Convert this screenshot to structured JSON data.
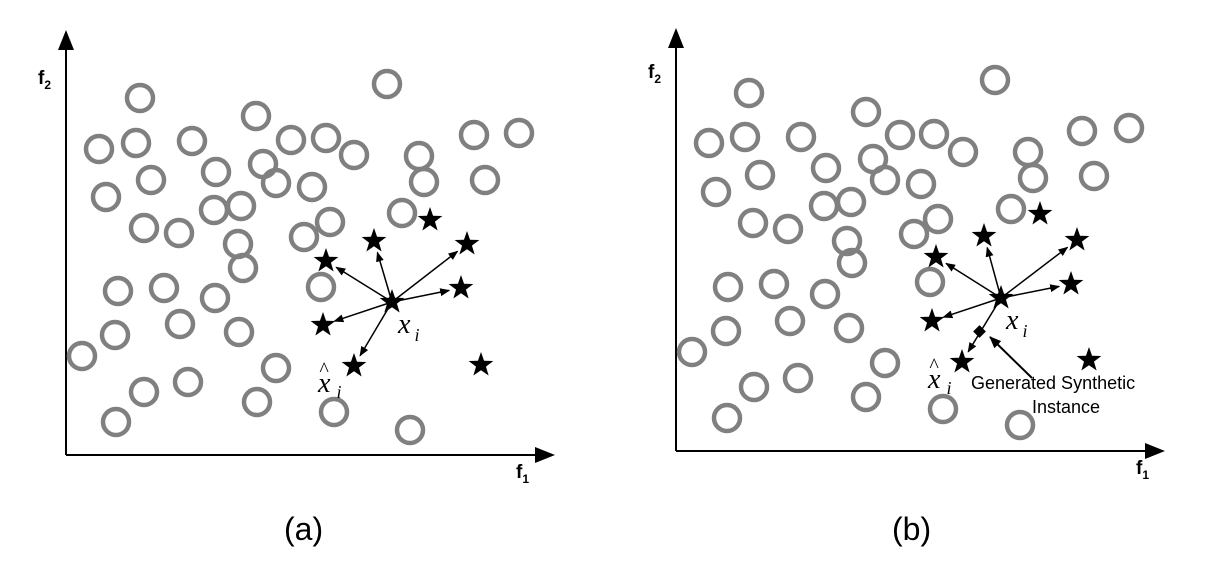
{
  "panels": [
    {
      "id": "a",
      "caption": "(a)",
      "x_axis_label": {
        "main": "f",
        "sub": "1"
      },
      "y_axis_label": {
        "main": "f",
        "sub": "2"
      },
      "query_label": {
        "main": "x",
        "sub": "i"
      },
      "neighbor_label": {
        "main": "x",
        "hat": "^",
        "sub": "i"
      },
      "annotation": null
    },
    {
      "id": "b",
      "caption": "(b)",
      "x_axis_label": {
        "main": "f",
        "sub": "1"
      },
      "y_axis_label": {
        "main": "f",
        "sub": "2"
      },
      "query_label": {
        "main": "x",
        "sub": "i"
      },
      "neighbor_label": {
        "main": "x",
        "hat": "^",
        "sub": "i"
      },
      "annotation": {
        "line1": "Generated Synthetic",
        "line2": "Instance"
      }
    }
  ],
  "colors": {
    "majority_circle": "#808080",
    "minority_star": "#000000",
    "axis": "#000000"
  },
  "legend_meaning": {
    "circle": "majority-class-instance",
    "star": "minority-class-instance",
    "diamond": "synthetic-instance"
  }
}
